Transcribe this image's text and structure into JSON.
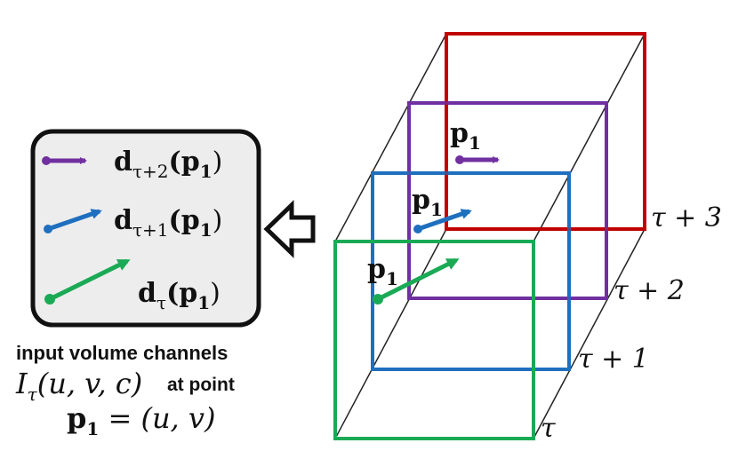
{
  "legend": {
    "rows": [
      {
        "main": "d",
        "sub": "τ+2",
        "arg": "(p",
        "argsub": "1",
        "close": ")",
        "color": "#7030a0"
      },
      {
        "main": "d",
        "sub": "τ+1",
        "arg": "(p",
        "argsub": "1",
        "close": ")",
        "color": "#1f6fbf"
      },
      {
        "main": "d",
        "sub": "τ",
        "arg": "(p",
        "argsub": "1",
        "close": ")",
        "color": "#1aaa55"
      }
    ]
  },
  "caption": {
    "line1": "input volume channels",
    "line2_math": "I",
    "line2_sub": "τ",
    "line2_args": "(u, v, c)",
    "line2_text": "at point",
    "line3_p": "p",
    "line3_sub": "1",
    "line3_rest": " = (u, v)"
  },
  "frames": [
    {
      "label": "τ + 3",
      "color": "#c00000"
    },
    {
      "label": "τ + 2",
      "color": "#7030a0"
    },
    {
      "label": "τ + 1",
      "color": "#1f6fbf"
    },
    {
      "label": "τ",
      "color": "#1aaa55"
    }
  ],
  "point_labels": [
    {
      "p": "p",
      "sub": "1"
    },
    {
      "p": "p",
      "sub": "1"
    },
    {
      "p": "p",
      "sub": "1"
    }
  ],
  "colors": {
    "panel_bg": "#ededed",
    "panel_border": "#111111",
    "cube_lines": "#222222"
  }
}
